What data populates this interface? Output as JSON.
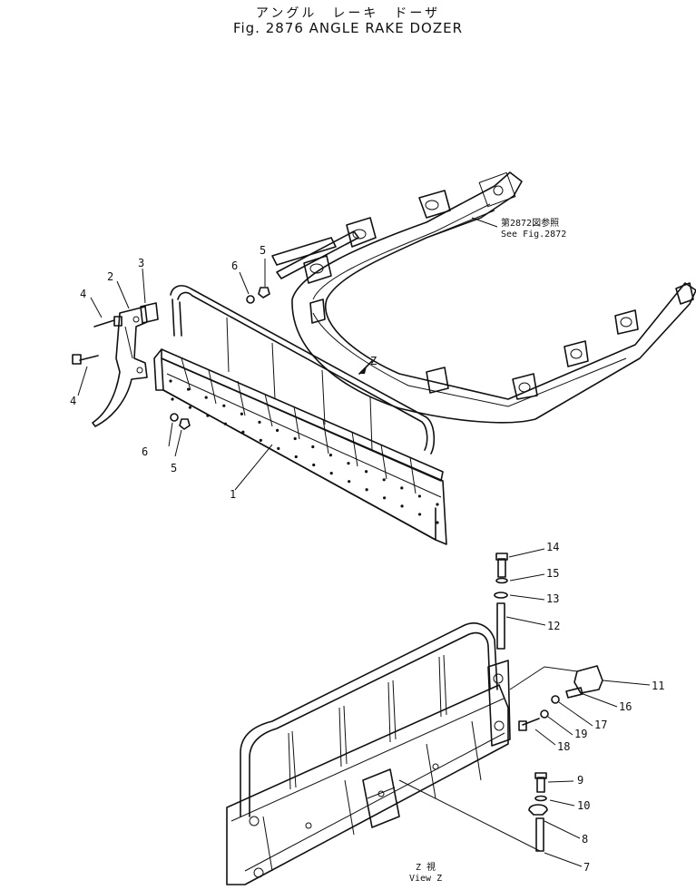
{
  "title": {
    "jp": "アングル　レーキ　ドーザ",
    "en": "Fig. 2876  ANGLE  RAKE  DOZER"
  },
  "reference_note": {
    "line1": "第2872図参照",
    "line2": "See  Fig.2872"
  },
  "view_z_marker": "Z",
  "view_label": {
    "jp": "Z 視",
    "en": "View  Z"
  },
  "callouts": {
    "c1": "1",
    "c2": "2",
    "c3": "3",
    "c4a": "4",
    "c4b": "4",
    "c5a": "5",
    "c5b": "5",
    "c6a": "6",
    "c6b": "6",
    "c7": "7",
    "c8": "8",
    "c9": "9",
    "c10": "10",
    "c11": "11",
    "c12": "12",
    "c13": "13",
    "c14": "14",
    "c15": "15",
    "c16": "16",
    "c17": "17",
    "c18": "18",
    "c19": "19"
  }
}
